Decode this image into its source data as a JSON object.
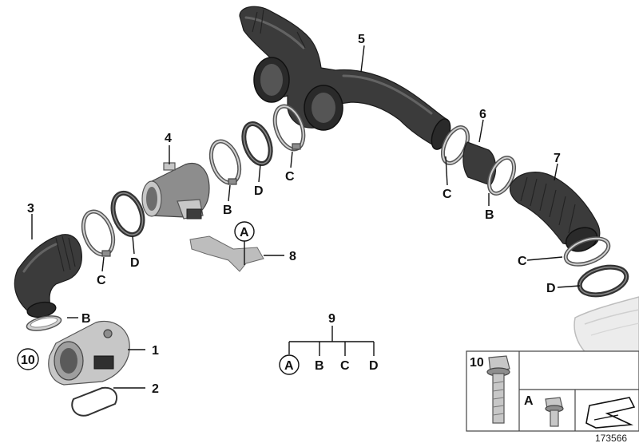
{
  "diagram": {
    "parts": {
      "p1": "1",
      "p2": "2",
      "p3": "3",
      "p4": "4",
      "p5": "5",
      "p6": "6",
      "p7": "7",
      "p8": "8",
      "p9": "9",
      "p10": "10"
    },
    "letters": {
      "A": "A",
      "B": "B",
      "C": "C",
      "D": "D"
    },
    "legend_box": {
      "num": "10",
      "letter": "A"
    },
    "drawing_number": "173566"
  }
}
